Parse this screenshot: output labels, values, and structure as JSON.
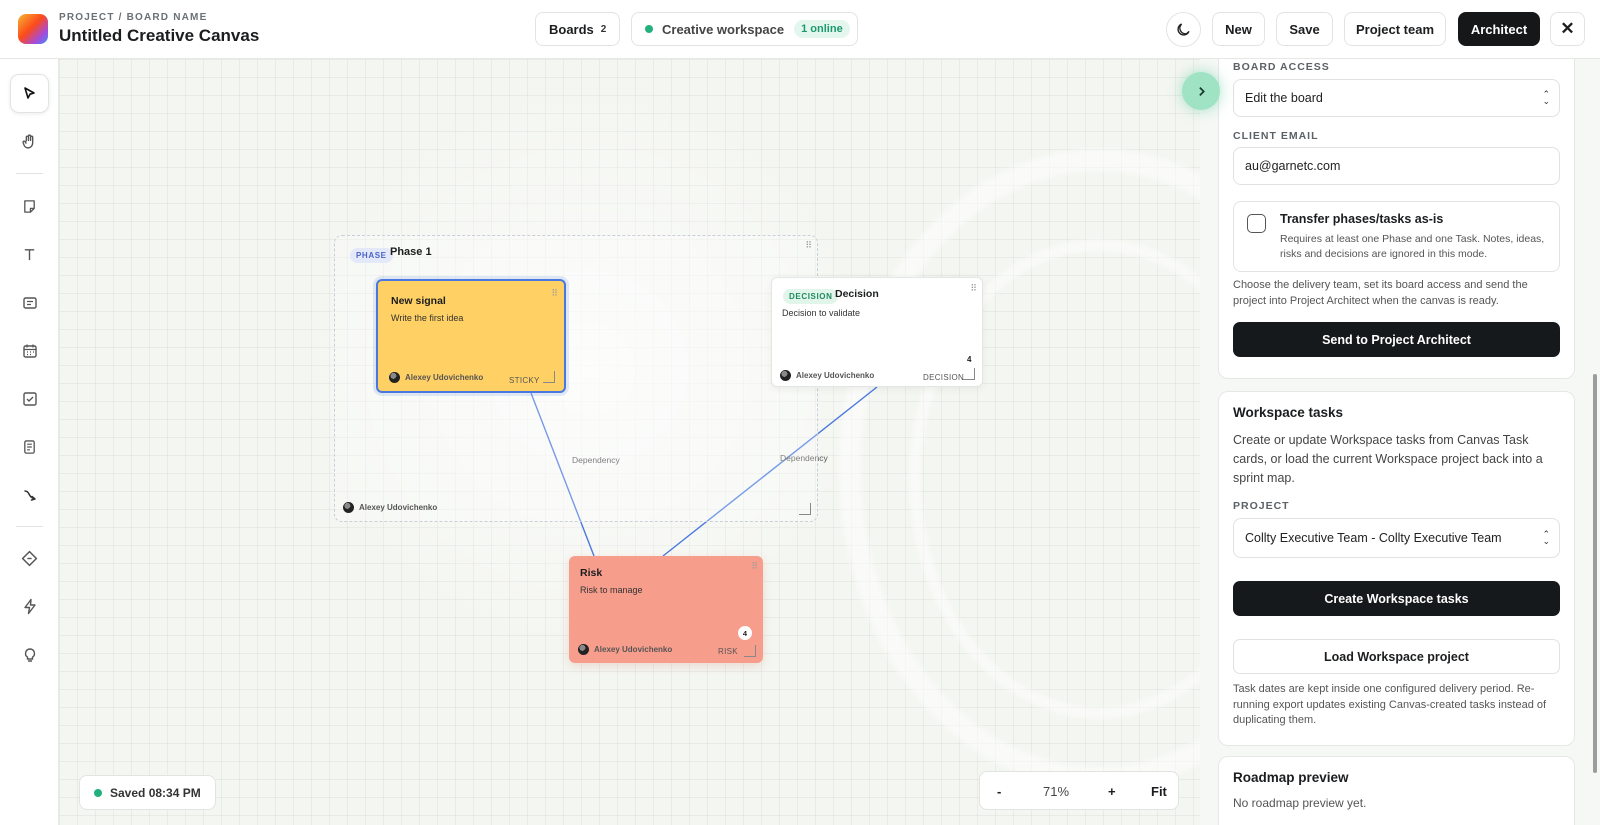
{
  "header": {
    "eyebrow": "PROJECT / BOARD NAME",
    "title": "Untitled Creative Canvas",
    "boards_label": "Boards",
    "boards_count": "2",
    "workspace_label": "Creative workspace",
    "online_label": "1 online",
    "new_label": "New",
    "save_label": "Save",
    "project_team_label": "Project team",
    "architect_label": "Architect",
    "close_icon": "✕",
    "theme_icon": "moon-icon"
  },
  "sidebar": {
    "tools": [
      {
        "name": "select",
        "icon": "cursor-icon"
      },
      {
        "name": "pan",
        "icon": "hand-icon"
      },
      {
        "name": "sticky",
        "icon": "sticky-note-icon"
      },
      {
        "name": "text",
        "icon": "text-icon"
      },
      {
        "name": "card",
        "icon": "card-icon"
      },
      {
        "name": "calendar",
        "icon": "calendar-icon"
      },
      {
        "name": "task",
        "icon": "checkbox-icon"
      },
      {
        "name": "document",
        "icon": "document-icon"
      },
      {
        "name": "connector",
        "icon": "arrow-icon"
      },
      {
        "name": "decision",
        "icon": "diamond-icon"
      },
      {
        "name": "risk",
        "icon": "lightning-icon"
      },
      {
        "name": "idea",
        "icon": "lightbulb-icon"
      }
    ]
  },
  "canvas": {
    "phase": {
      "badge": "PHASE",
      "title": "Phase 1",
      "owner": "Alexey Udovichenko"
    },
    "cards": {
      "signal": {
        "title": "New signal",
        "desc": "Write the first idea",
        "owner": "Alexey Udovichenko",
        "type": "STICKY"
      },
      "decision": {
        "badge": "DECISION",
        "title": "Decision",
        "desc": "Decision to validate",
        "owner": "Alexey Udovichenko",
        "type": "DECISION",
        "count": "4"
      },
      "risk": {
        "title": "Risk",
        "desc": "Risk to manage",
        "owner": "Alexey Udovichenko",
        "type": "RISK",
        "count": "4"
      }
    },
    "edges": {
      "left_label": "Dependency",
      "right_label": "Dependency"
    },
    "saved_status": "Saved 08:34 PM",
    "zoom": {
      "minus": "-",
      "level": "71%",
      "plus": "+",
      "fit": "Fit"
    },
    "grip": "⠿"
  },
  "panel": {
    "board_access_label": "BOARD ACCESS",
    "board_access_value": "Edit the board",
    "client_email_label": "CLIENT EMAIL",
    "client_email_value": "au@garnetc.com",
    "transfer_title": "Transfer phases/tasks as-is",
    "transfer_desc": "Requires at least one Phase and one Task. Notes, ideas, risks and decisions are ignored in this mode.",
    "transfer_checked": false,
    "delivery_note": "Choose the delivery team, set its board access and send the project into Project Architect when the canvas is ready.",
    "send_button": "Send to Project Architect",
    "workspace_tasks_title": "Workspace tasks",
    "workspace_tasks_desc": "Create or update Workspace tasks from Canvas Task cards, or load the current Workspace project back into a sprint map.",
    "project_label": "PROJECT",
    "project_value": "Collty Executive Team - Collty Executive Team",
    "create_button": "Create Workspace tasks",
    "load_button": "Load Workspace project",
    "dates_note": "Task dates are kept inside one configured delivery period. Re-running export updates existing Canvas-created tasks instead of duplicating them.",
    "roadmap_title": "Roadmap preview",
    "roadmap_empty": "No roadmap preview yet."
  },
  "colors": {
    "accent_dark": "#16191b",
    "sticky_yellow": "#ffd064",
    "risk_red": "#f79d8c",
    "edge_blue": "#4a78e0",
    "online_green": "#22b07d"
  }
}
